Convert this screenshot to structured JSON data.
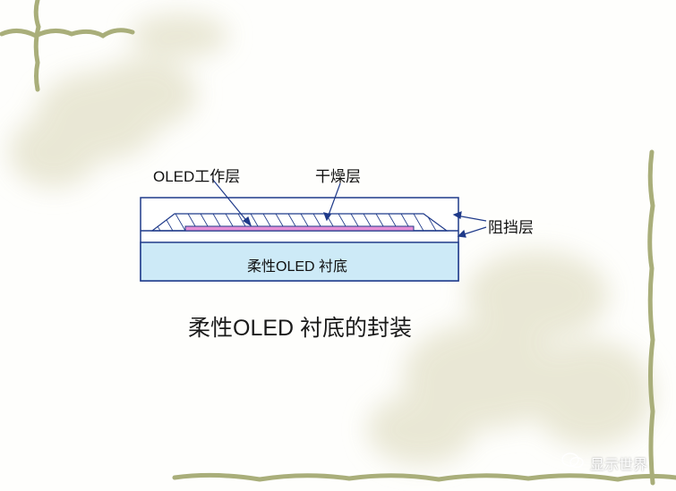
{
  "diagram": {
    "title": "柔性OLED 衬底的封装",
    "labels": {
      "oled_layer": "OLED工作层",
      "desiccant": "干燥层",
      "barrier": "阻挡层",
      "substrate": "柔性OLED 衬底"
    },
    "colors": {
      "outline": "#1f3a8a",
      "substrate_fill": "#cdeaf7",
      "oled_fill": "#e58fd6",
      "decoration": "#a9ae7a"
    }
  },
  "watermark": {
    "icon": "wechat-icon",
    "text": "显示世界"
  }
}
